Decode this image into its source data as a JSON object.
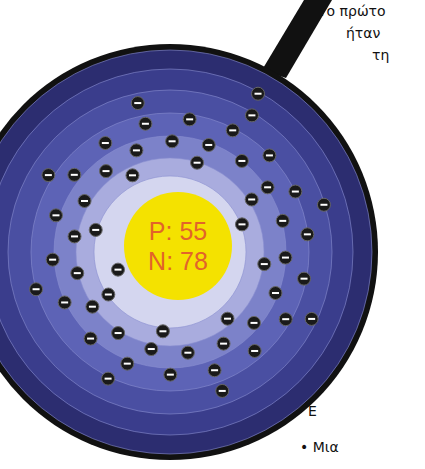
{
  "diagram": {
    "nodes": [
      {
        "text": [
          "P: 55",
          "N: 78"
        ]
      }
    ],
    "labels": [
      "Το πρώτο",
      "ήταν",
      "τη",
      "Ε",
      "• Μια"
    ]
  }
}
